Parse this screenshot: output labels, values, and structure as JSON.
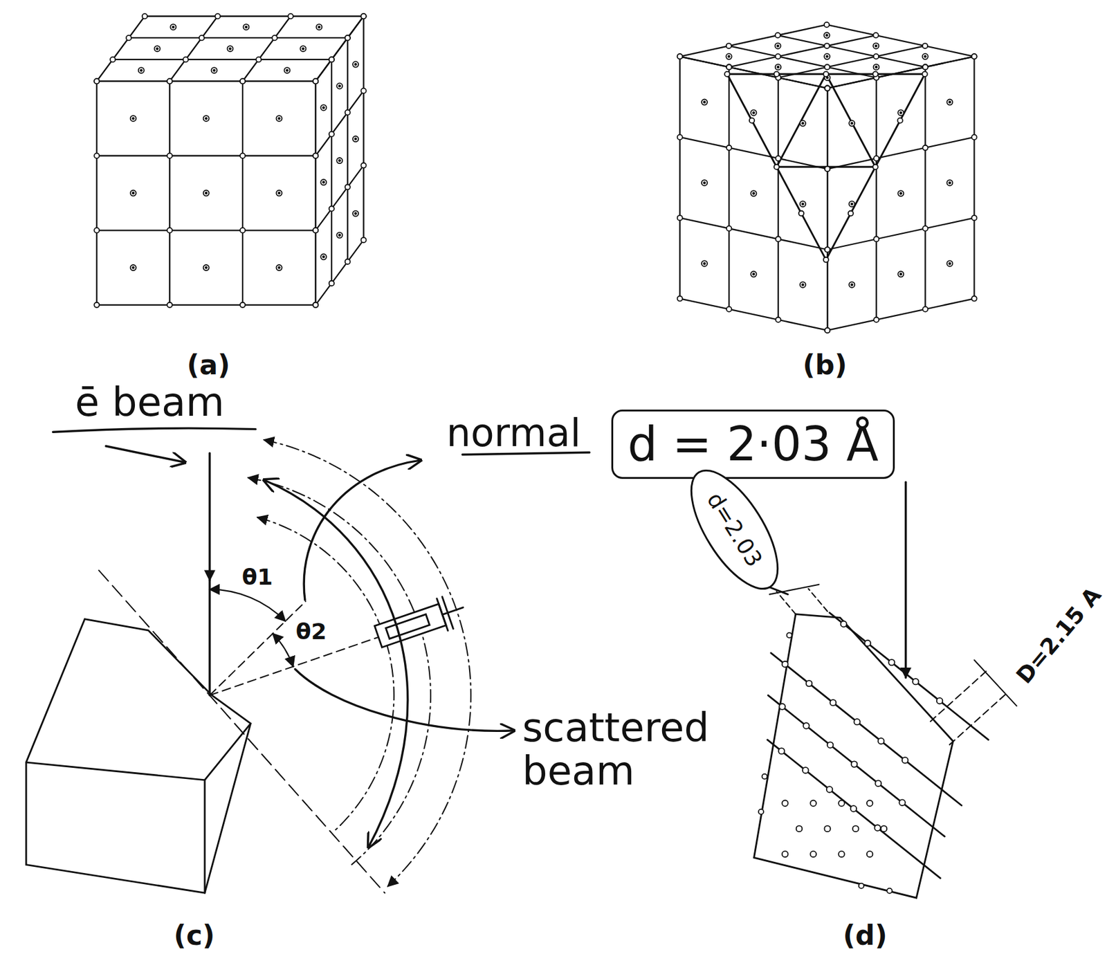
{
  "diagram": {
    "nodes": [
      {
        "text": [
          "d = 2·03 Å"
        ]
      },
      {
        "text": [
          "d=2.03"
        ]
      }
    ],
    "labels": [
      "(a)",
      "(b)",
      "ē beam",
      "normal",
      "θ1",
      "θ2",
      "scattered beam",
      "(c)",
      "(d)",
      "D=2.15 A"
    ]
  }
}
